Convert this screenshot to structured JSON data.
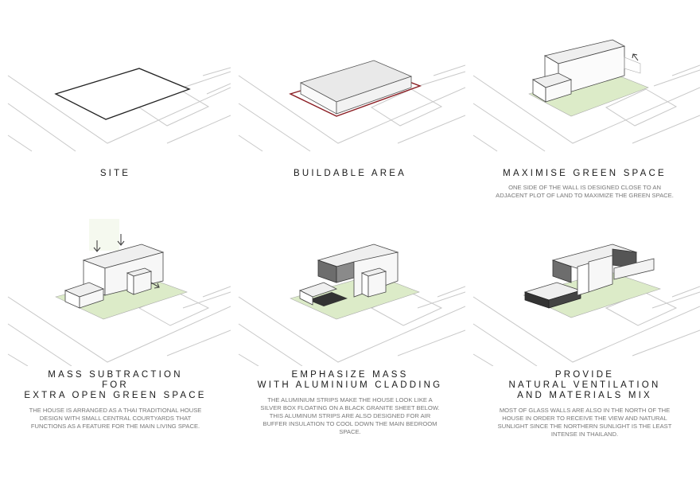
{
  "panels": [
    {
      "title": [
        "SITE"
      ],
      "desc": []
    },
    {
      "title": [
        "BUILDABLE AREA"
      ],
      "desc": []
    },
    {
      "title": [
        "MAXIMISE GREEN SPACE"
      ],
      "desc": [
        "ONE SIDE OF THE WALL IS DESIGNED CLOSE TO AN",
        "ADJACENT PLOT OF LAND TO MAXIMIZE THE GREEN SPACE."
      ]
    },
    {
      "title": [
        "MASS SUBTRACTION",
        "FOR",
        "EXTRA OPEN GREEN SPACE"
      ],
      "desc": [
        "THE HOUSE IS ARRANGED AS A THAI TRADITIONAL HOUSE",
        "DESIGN WITH SMALL CENTRAL COURTYARDS THAT",
        "FUNCTIONS AS A FEATURE FOR THE MAIN LIVING SPACE."
      ]
    },
    {
      "title": [
        "EMPHASIZE MASS",
        "WITH ALUMINIUM CLADDING"
      ],
      "desc": [
        "THE ALUMINIUM STRIPS MAKE THE HOUSE LOOK LIKE A",
        "SILVER BOX FLOATING ON A BLACK GRANITE SHEET BELOW.",
        "THIS ALUMINUM STRIPS ARE ALSO DESIGNED FOR AIR",
        "BUFFER INSULATION TO COOL DOWN THE MAIN BEDROOM",
        "SPACE."
      ]
    },
    {
      "title": [
        "PROVIDE",
        "NATURAL VENTILATION",
        "AND MATERIALS MIX"
      ],
      "desc": [
        "MOST OF GLASS WALLS ARE ALSO IN THE NORTH OF THE",
        "HOUSE IN ORDER TO RECEIVE THE VIEW AND NATURAL",
        "SUNLIGHT SINCE THE NORTHERN SUNLIGHT IS THE LEAST",
        "INTENSE IN THAILAND."
      ]
    }
  ],
  "colors": {
    "site_outline": "#222222",
    "buildable_outline": "#8a1c22",
    "green": "#dcebc8",
    "road": "#c8c8c8",
    "mass_fill": "#ececec",
    "cladding": "#6d6d6d",
    "granite": "#333333"
  },
  "icons": [
    "down-arrow-icon",
    "up-arrow-icon"
  ]
}
